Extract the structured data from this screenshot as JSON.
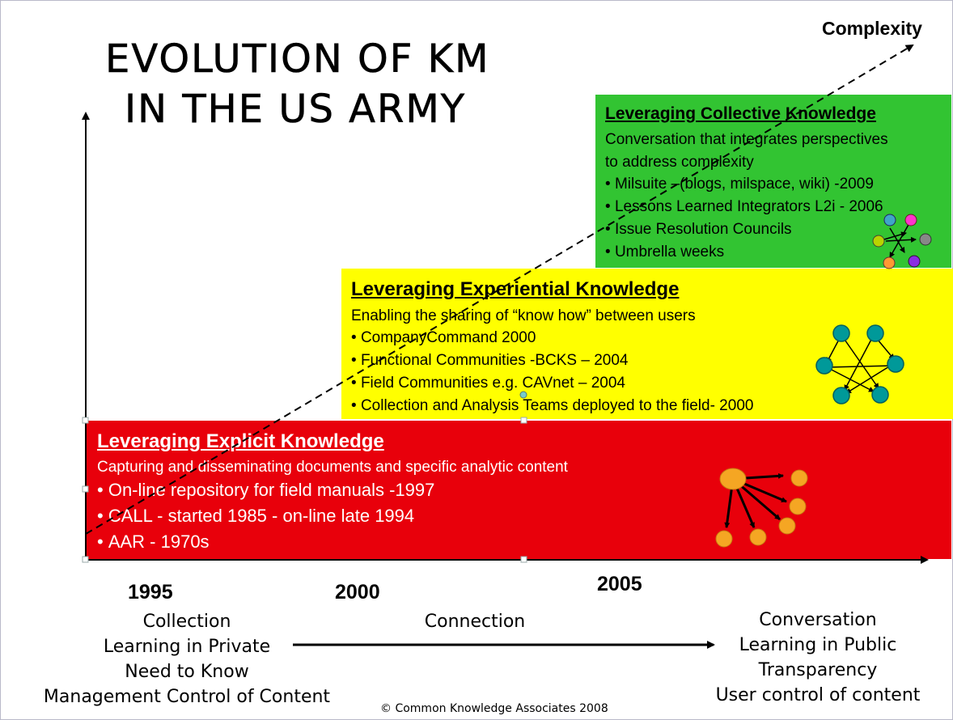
{
  "title": {
    "line1": "EVOLUTION OF KM",
    "line2": "IN THE US ARMY"
  },
  "axis_label": "Complexity",
  "boxes": {
    "explicit": {
      "title": "Leveraging Explicit Knowledge",
      "subtitle": "Capturing and disseminating documents and specific analytic content",
      "items": [
        "On-line repository for field manuals -1997",
        "CALL  - started 1985 - on-line late 1994",
        "AAR  - 1970s"
      ],
      "color": "#e8000b"
    },
    "experiential": {
      "title": "Leveraging Experiential Knowledge",
      "subtitle": "Enabling the sharing of “know how” between users",
      "items": [
        "CompanyCommand 2000",
        "Functional Communities -BCKS – 2004",
        "Field Communities e.g. CAVnet – 2004",
        "Collection and Analysis Teams deployed to the field- 2000"
      ],
      "color": "#ffff00"
    },
    "collective": {
      "title": "Leveraging Collective Knowledge",
      "subtitle_line1": "Conversation that integrates perspectives",
      "subtitle_line2": "to address complexity",
      "items": [
        "Milsuite –(blogs, milspace, wiki) -2009",
        "Lessons Learned Integrators L2i - 2006",
        "Issue Resolution Councils",
        "Umbrella weeks"
      ],
      "color": "#32c432"
    }
  },
  "years": [
    "1995",
    "2000",
    "2005"
  ],
  "left_column": [
    "Collection",
    "Learning in Private",
    "Need to Know",
    "Management Control of Content"
  ],
  "middle_label": "Connection",
  "right_column": [
    "Conversation",
    "Learning in Public",
    "Transparency",
    "User control of content"
  ],
  "copyright": "© Common Knowledge Associates 2008"
}
